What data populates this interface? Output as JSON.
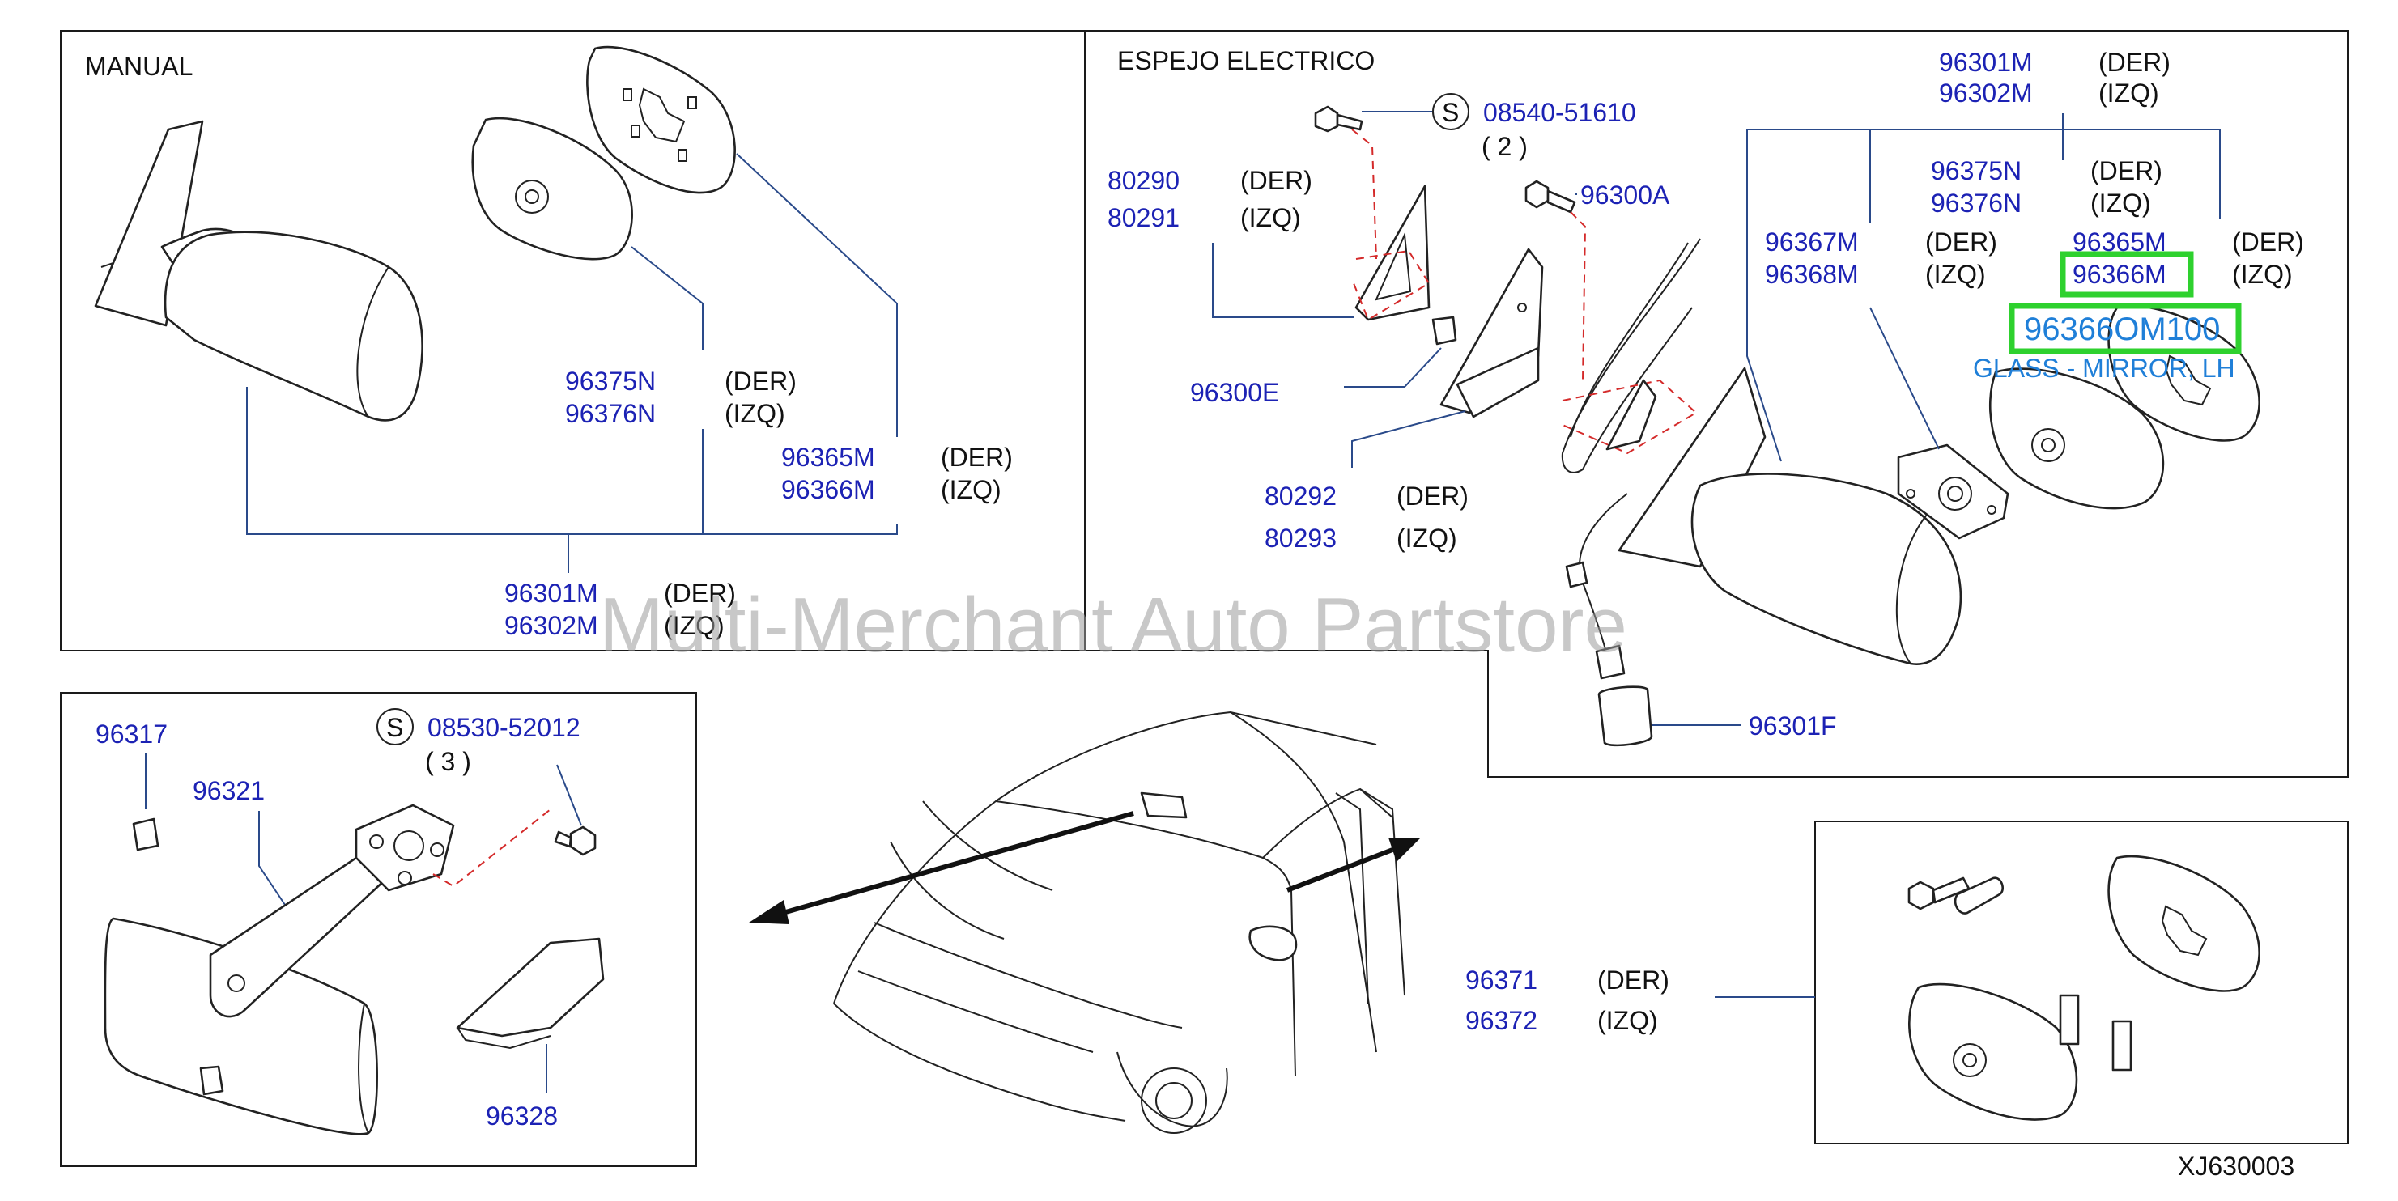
{
  "sections": {
    "manual": "MANUAL",
    "electric": "ESPEJO   ELECTRICO"
  },
  "manual": {
    "p96375N": "96375N",
    "p96376N": "96376N",
    "p96365M": "96365M",
    "p96366M": "96366M",
    "p96301M": "96301M",
    "p96302M": "96302M"
  },
  "electric": {
    "p96301M": "96301M",
    "p96302M": "96302M",
    "p08540": "08540-51610",
    "qty2": "( 2 )",
    "p80290": "80290",
    "p80291": "80291",
    "p96300A": "96300A",
    "p96375N": "96375N",
    "p96376N": "96376N",
    "p96367M": "96367M",
    "p96368M": "96368M",
    "p96365M": "96365M",
    "p96366M": "96366M",
    "p96300E": "96300E",
    "p80292": "80292",
    "p80293": "80293",
    "p96301F": "96301F"
  },
  "inner": {
    "p96317": "96317",
    "p96321": "96321",
    "p08530": "08530-52012",
    "qty3": "( 3 )",
    "p96328": "96328"
  },
  "glass": {
    "p96371": "96371",
    "p96372": "96372"
  },
  "side": {
    "der": "(DER)",
    "izq": "(IZQ)"
  },
  "s_mark": "S",
  "highlight": {
    "part_number": "96366ОМ100",
    "description": "GLASS - MIRROR, LH"
  },
  "watermark": "Multi-Merchant Auto Partstore",
  "diagram_code": "XJ630003",
  "colors": {
    "part_number": "#1c22b4",
    "highlight_box": "#2ed12e",
    "highlight_text": "#1f7fd8",
    "leader": "#2a4a8a",
    "dashed": "#d42a2a"
  }
}
